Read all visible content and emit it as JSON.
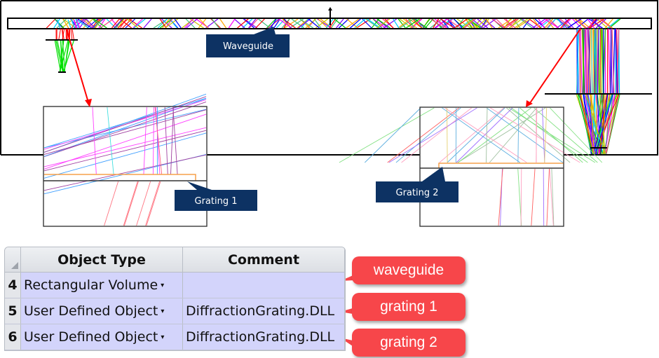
{
  "diagram": {
    "labels": {
      "waveguide": "Waveguide",
      "grating1": "Grating 1",
      "grating2": "Grating 2"
    },
    "colors": {
      "callout_navy": "#0d3263",
      "arrow_red": "#ff0000",
      "grating_orange": "#f5a04a",
      "outline": "#000000"
    }
  },
  "table": {
    "headers": {
      "object_type": "Object Type",
      "comment": "Comment"
    },
    "rows": [
      {
        "num": "4",
        "object_type": "Rectangular Volume",
        "comment": ""
      },
      {
        "num": "5",
        "object_type": "User Defined Object",
        "comment": "DiffractionGrating.DLL"
      },
      {
        "num": "6",
        "object_type": "User Defined Object",
        "comment": "DiffractionGrating.DLL"
      }
    ],
    "dropdown_glyph": "▾"
  },
  "annotations": [
    {
      "label": "waveguide",
      "color": "#f7464a"
    },
    {
      "label": "grating 1",
      "color": "#f7464a"
    },
    {
      "label": "grating 2",
      "color": "#f7464a"
    }
  ]
}
